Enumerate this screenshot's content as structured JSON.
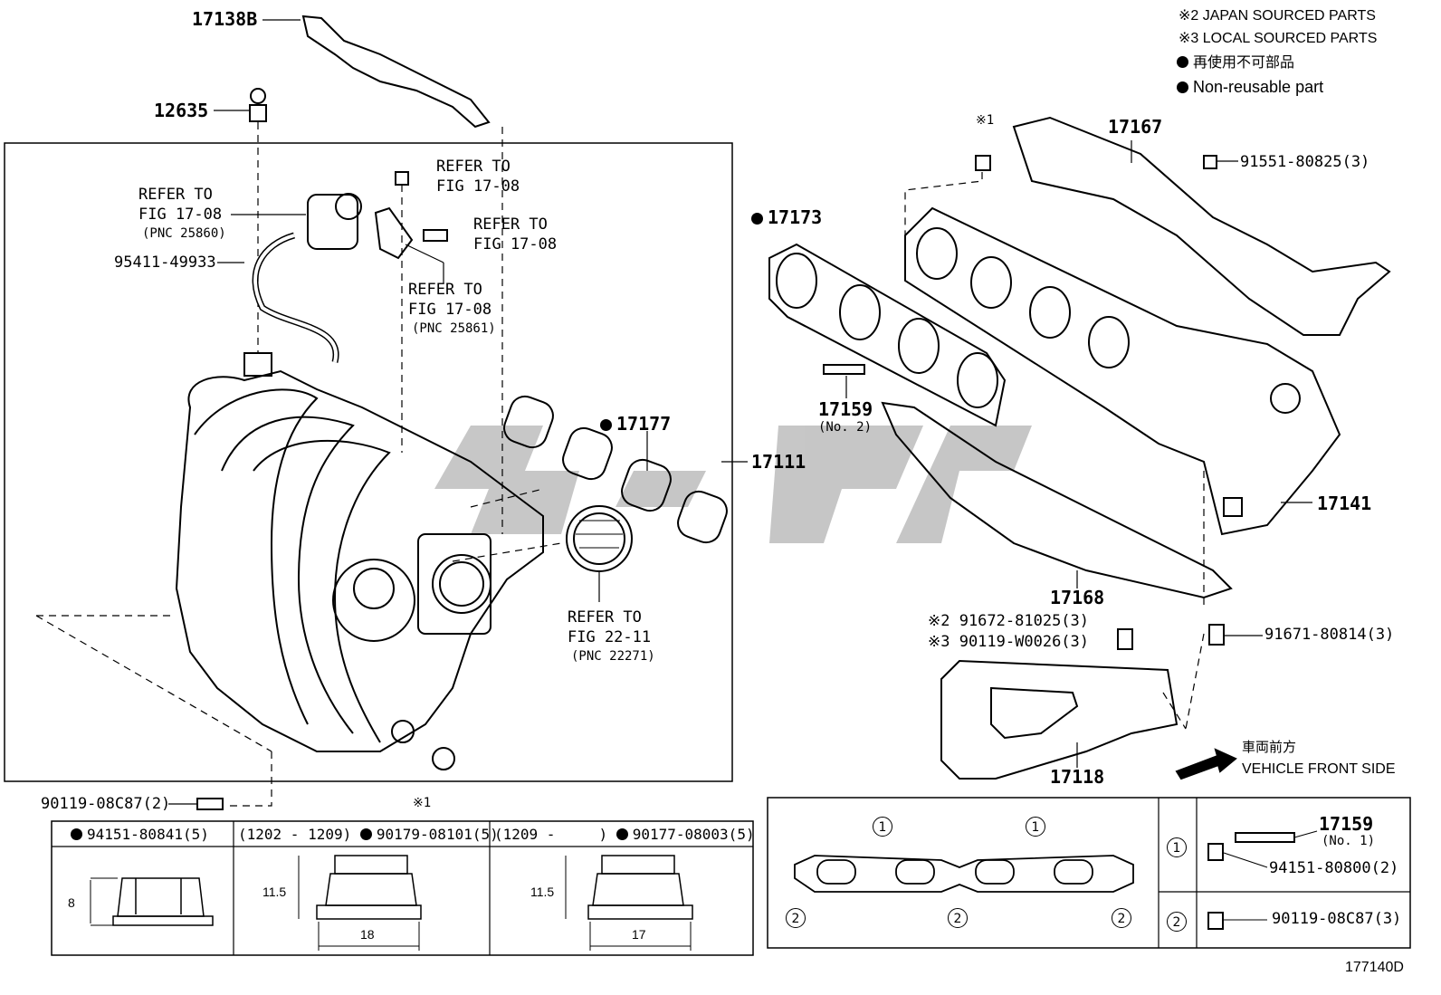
{
  "notes": {
    "japan": "※2 JAPAN SOURCED PARTS",
    "local": "※3 LOCAL SOURCED PARTS",
    "non_reusable_jp": "再使用不可部品",
    "non_reusable_en": "Non-reusable part"
  },
  "labels": {
    "p17138b": "17138B",
    "p12635": "12635",
    "refer_a": "REFER TO",
    "refer_a2": "FIG 17-08",
    "refer_b": "REFER TO",
    "refer_b2": "FIG 17-08",
    "refer_b3": "(PNC 25860)",
    "refer_c": "REFER TO",
    "refer_c2": "FIG 17-08",
    "refer_d": "REFER TO",
    "refer_d2": "FIG 17-08",
    "refer_d3": "(PNC 25861)",
    "p95411": "95411-49933",
    "p17177": "17177",
    "p17111": "17111",
    "refer_e": "REFER TO",
    "refer_e2": "FIG 22-11",
    "refer_e3": "(PNC 22271)",
    "p90119_08c87_2": "90119-08C87(2)",
    "star1_left": "※1",
    "star1_right": "※1",
    "p17167": "17167",
    "p91551": "91551-80825(3)",
    "p17173": "17173",
    "p17159": "17159",
    "p17159_no2": "(No. 2)",
    "p17141": "17141",
    "p17168": "17168",
    "p91672": "※2 91672-81025(3)",
    "p90119_w0026": "※3 90119-W0026(3)",
    "p91671": "91671-80814(3)",
    "p17118": "17118",
    "front_jp": "車両前方",
    "front_en": "VEHICLE FRONT SIDE",
    "figure_id": "177140D"
  },
  "nut_table": {
    "cells": [
      {
        "title": "94151-80841(5)",
        "range": "",
        "height": "8",
        "width": ""
      },
      {
        "title": "90179-08101(5)",
        "range": "(1202 - 1209)",
        "height": "11.5",
        "width": "18"
      },
      {
        "title": "90177-08003(5)",
        "range": "(1209 -",
        "height": "11.5",
        "width": "17"
      }
    ]
  },
  "gasket_table": {
    "marker1": "1",
    "marker2": "2",
    "stud": "17159",
    "stud_no": "(No. 1)",
    "nut": "94151-80800(2)",
    "bolt": "90119-08C87(3)"
  }
}
